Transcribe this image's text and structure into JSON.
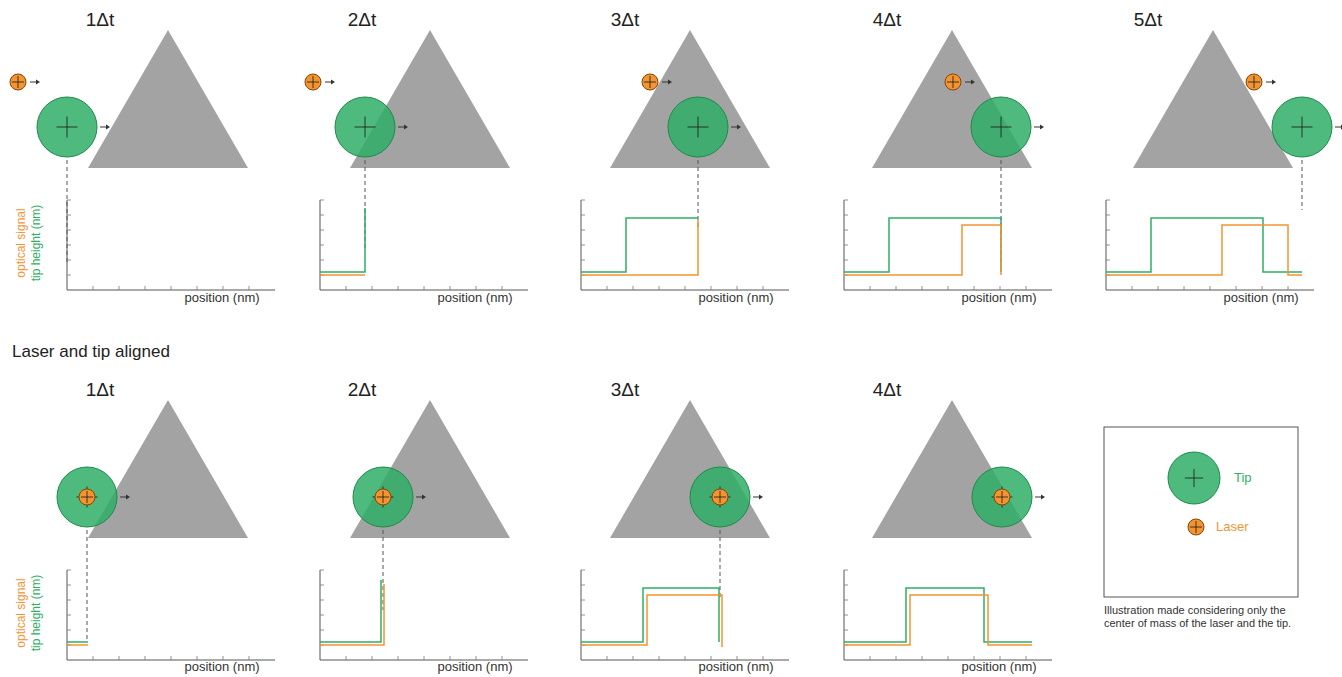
{
  "diagram": {
    "labels": [
      "1Δt",
      "2Δt",
      "3Δt",
      "4Δt",
      "5Δt",
      "optical signal",
      "tip height (nm)",
      "position (nm)",
      "position (nm)",
      "position (nm)",
      "position (nm)",
      "position (nm)",
      "Laser and tip aligned",
      "1Δt",
      "2Δt",
      "3Δt",
      "4Δt",
      "optical signal",
      "tip height (nm)",
      "position (nm)",
      "position (nm)",
      "position (nm)",
      "position (nm)",
      "Illustration made considering only the center of mass of the laser and the tip."
    ],
    "legend": [
      {
        "text": "Tip"
      },
      {
        "text": "Laser"
      }
    ]
  }
}
